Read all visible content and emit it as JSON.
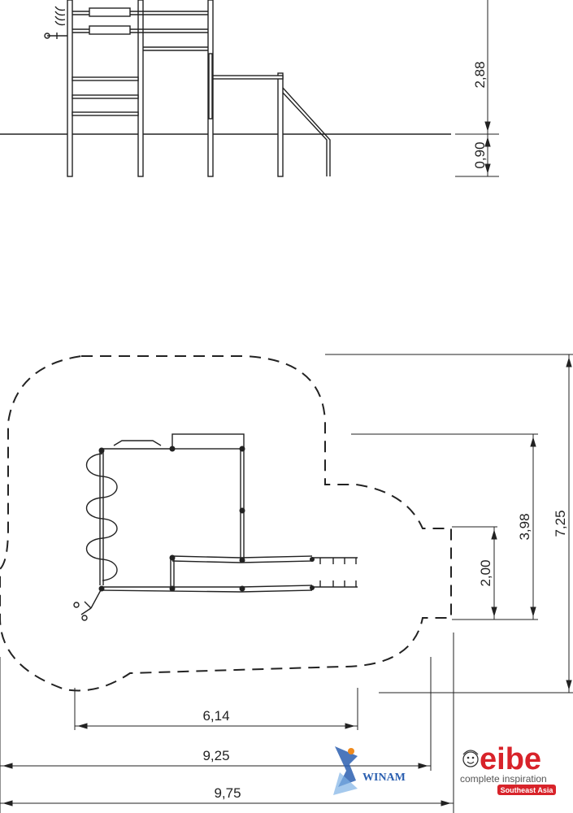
{
  "elevation": {
    "height_above_ground": "2,88",
    "depth_below_ground": "0,90"
  },
  "plan": {
    "dim_width_inner": "6,14",
    "dim_width_middle": "9,25",
    "dim_width_outer": "9,75",
    "dim_height_small": "2,00",
    "dim_height_medium": "3,98",
    "dim_height_total": "7,25"
  },
  "logos": {
    "winam": "WINAM",
    "eibe_brand": "eibe",
    "eibe_tagline": "complete inspiration",
    "eibe_region": "Southeast Asia"
  },
  "colors": {
    "line": "#222222",
    "eibe_red": "#d8232a",
    "winam_blue": "#2b5fb0",
    "winam_orange": "#f08a1c"
  }
}
